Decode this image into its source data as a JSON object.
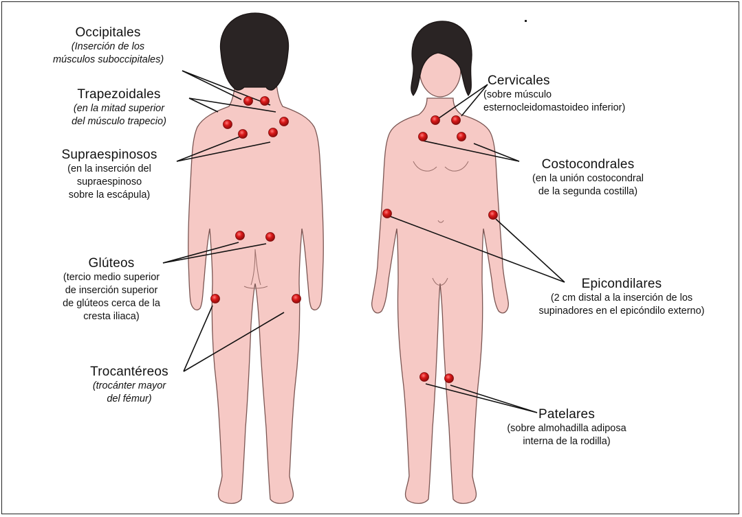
{
  "colors": {
    "skin": "#f6c9c5",
    "skin_outline": "#7a5552",
    "hair": "#2a2424",
    "point": "#d21717",
    "line": "#111111"
  },
  "labels": {
    "occipitales": {
      "title": "Occipitales",
      "lines": [
        "(Inserción de los",
        "músculos suboccipitales)"
      ]
    },
    "trapezoidales": {
      "title": "Trapezoidales",
      "lines": [
        "(en la mitad superior",
        "del músculo trapecio)"
      ]
    },
    "supraespinosos": {
      "title": "Supraespinosos",
      "lines": [
        "(en la inserción del",
        "supraespinoso",
        "sobre la escápula)"
      ]
    },
    "gluteos": {
      "title": "Glúteos",
      "lines": [
        "(tercio medio superior",
        "de inserción superior",
        "de glúteos cerca de la",
        "cresta iliaca)"
      ]
    },
    "trocantereos": {
      "title": "Trocantéreos",
      "lines": [
        "(trocánter mayor",
        "del fémur)"
      ]
    },
    "cervicales": {
      "title": "Cervicales",
      "lines": [
        "(sobre músculo",
        "esternocleidomastoideo inferior)"
      ]
    },
    "costocondrales": {
      "title": "Costocondrales",
      "lines": [
        "(en la unión costocondral",
        "de la segunda costilla)"
      ]
    },
    "epicondilares": {
      "title": "Epicondilares",
      "lines": [
        "(2 cm distal a la inserción de los",
        "supinadores en el epicóndilo externo)"
      ]
    },
    "patelares": {
      "title": "Patelares",
      "lines": [
        "(sobre almohadilla adiposa",
        "interna de la rodilla)"
      ]
    }
  }
}
